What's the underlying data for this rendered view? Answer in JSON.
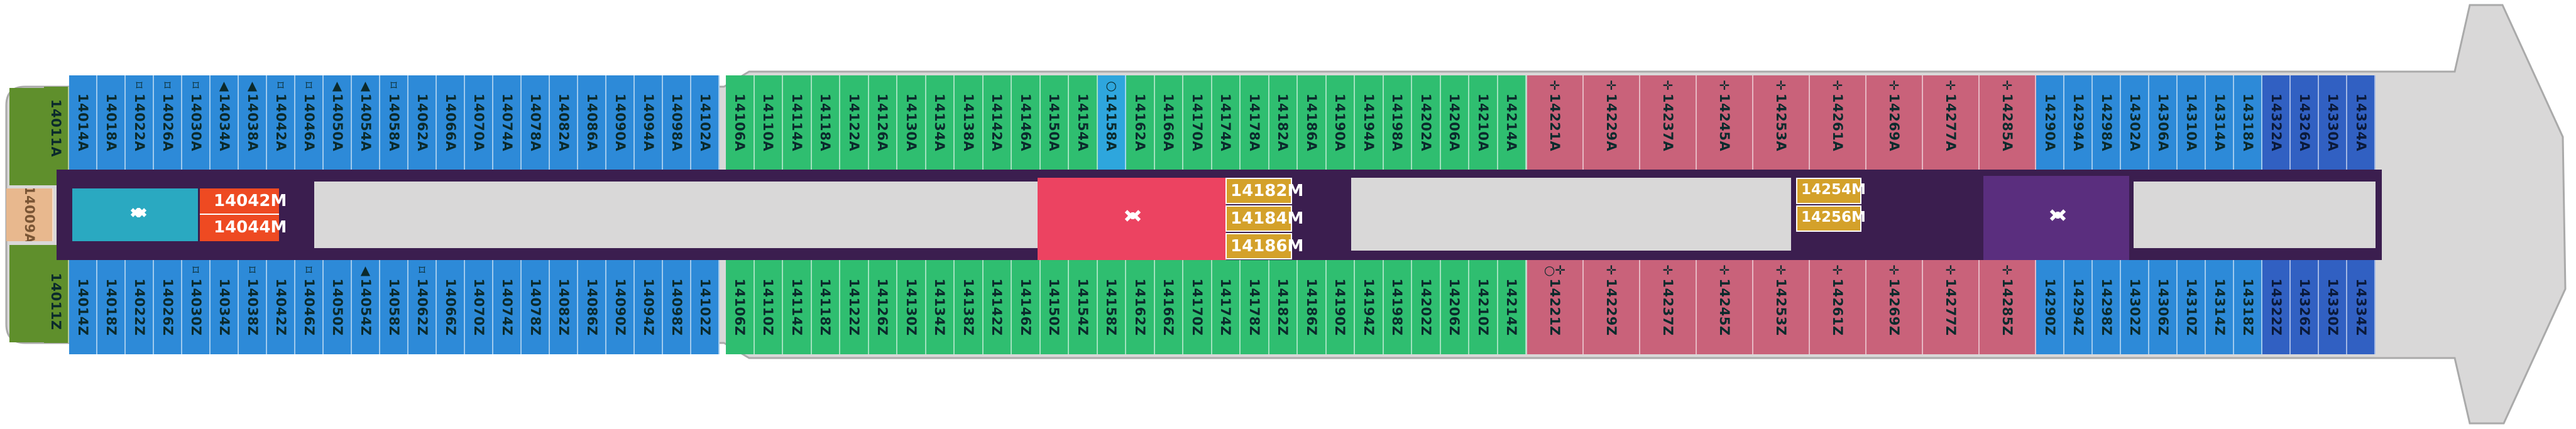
{
  "deck_plan": {
    "hull_color": "#d9d8d8",
    "corridor_color": "#3b1e4f",
    "colors": {
      "blue": "#2d8ad8",
      "blue_dark": "#3160c2",
      "green": "#2fbe70",
      "cyan": "#2ea6dd",
      "pink": "#c9627a",
      "purple": "#5a2e7e",
      "gold": "#d4a12a",
      "orange": "#ee4a22",
      "teal": "#2aa9c1",
      "red": "#ec4361",
      "olive": "#5f8f2c",
      "peach": "#e8b88e"
    },
    "bow_cabins": {
      "top": "14011A",
      "bottom": "14011Z",
      "middle": "14009A"
    },
    "top_cabins": [
      {
        "id": "14014A",
        "c": "blue"
      },
      {
        "id": "14018A",
        "c": "blue"
      },
      {
        "id": "14022A",
        "c": "blue",
        "sym": "access-icon"
      },
      {
        "id": "14026A",
        "c": "blue",
        "sym": "access-icon"
      },
      {
        "id": "14030A",
        "c": "blue",
        "sym": "access-icon"
      },
      {
        "id": "14034A",
        "c": "blue",
        "sym": "triangle-icon"
      },
      {
        "id": "14038A",
        "c": "blue",
        "sym": "triangle-icon"
      },
      {
        "id": "14042A",
        "c": "blue",
        "sym": "access-icon"
      },
      {
        "id": "14046A",
        "c": "blue",
        "sym": "access-icon"
      },
      {
        "id": "14050A",
        "c": "blue",
        "sym": "triangle-icon"
      },
      {
        "id": "14054A",
        "c": "blue",
        "sym": "triangle-icon"
      },
      {
        "id": "14058A",
        "c": "blue",
        "sym": "access-icon"
      },
      {
        "id": "14062A",
        "c": "blue"
      },
      {
        "id": "14066A",
        "c": "blue"
      },
      {
        "id": "14070A",
        "c": "blue"
      },
      {
        "id": "14074A",
        "c": "blue"
      },
      {
        "id": "14078A",
        "c": "blue"
      },
      {
        "id": "14082A",
        "c": "blue"
      },
      {
        "id": "14086A",
        "c": "blue"
      },
      {
        "id": "14090A",
        "c": "blue"
      },
      {
        "id": "14094A",
        "c": "blue"
      },
      {
        "id": "14098A",
        "c": "blue"
      },
      {
        "id": "14102A",
        "c": "blue"
      },
      {
        "id": "14106A",
        "c": "green"
      },
      {
        "id": "14110A",
        "c": "green"
      },
      {
        "id": "14114A",
        "c": "green"
      },
      {
        "id": "14118A",
        "c": "green"
      },
      {
        "id": "14122A",
        "c": "green"
      },
      {
        "id": "14126A",
        "c": "green"
      },
      {
        "id": "14130A",
        "c": "green"
      },
      {
        "id": "14134A",
        "c": "green"
      },
      {
        "id": "14138A",
        "c": "green"
      },
      {
        "id": "14142A",
        "c": "green"
      },
      {
        "id": "14146A",
        "c": "green"
      },
      {
        "id": "14150A",
        "c": "green"
      },
      {
        "id": "14154A",
        "c": "green"
      },
      {
        "id": "14158A",
        "c": "cyan",
        "sym": "circle-icon"
      },
      {
        "id": "14162A",
        "c": "green"
      },
      {
        "id": "14166A",
        "c": "green"
      },
      {
        "id": "14170A",
        "c": "green"
      },
      {
        "id": "14174A",
        "c": "green"
      },
      {
        "id": "14178A",
        "c": "green"
      },
      {
        "id": "14182A",
        "c": "green"
      },
      {
        "id": "14186A",
        "c": "green"
      },
      {
        "id": "14190A",
        "c": "green"
      },
      {
        "id": "14194A",
        "c": "green"
      },
      {
        "id": "14198A",
        "c": "green"
      },
      {
        "id": "14202A",
        "c": "green"
      },
      {
        "id": "14206A",
        "c": "green"
      },
      {
        "id": "14210A",
        "c": "green"
      },
      {
        "id": "14214A",
        "c": "green"
      },
      {
        "id": "14221A",
        "c": "pink",
        "sym": "plus-icon"
      },
      {
        "id": "14229A",
        "c": "pink",
        "sym": "plus-icon"
      },
      {
        "id": "14237A",
        "c": "pink",
        "sym": "plus-icon"
      },
      {
        "id": "14245A",
        "c": "pink",
        "sym": "plus-icon"
      },
      {
        "id": "14253A",
        "c": "pink",
        "sym": "plus-icon"
      },
      {
        "id": "14261A",
        "c": "pink",
        "sym": "plus-icon"
      },
      {
        "id": "14269A",
        "c": "pink",
        "sym": "plus-icon"
      },
      {
        "id": "14277A",
        "c": "pink",
        "sym": "plus-icon"
      },
      {
        "id": "14285A",
        "c": "pink",
        "sym": "plus-icon"
      },
      {
        "id": "14290A",
        "c": "blue"
      },
      {
        "id": "14294A",
        "c": "blue"
      },
      {
        "id": "14298A",
        "c": "blue"
      },
      {
        "id": "14302A",
        "c": "blue"
      },
      {
        "id": "14306A",
        "c": "blue"
      },
      {
        "id": "14310A",
        "c": "blue"
      },
      {
        "id": "14314A",
        "c": "blue"
      },
      {
        "id": "14318A",
        "c": "blue"
      },
      {
        "id": "14322A",
        "c": "blue_dark"
      },
      {
        "id": "14326A",
        "c": "blue_dark"
      },
      {
        "id": "14330A",
        "c": "blue_dark"
      },
      {
        "id": "14334A",
        "c": "blue_dark"
      }
    ],
    "bottom_cabins": [
      {
        "id": "14014Z",
        "c": "blue"
      },
      {
        "id": "14018Z",
        "c": "blue"
      },
      {
        "id": "14022Z",
        "c": "blue"
      },
      {
        "id": "14026Z",
        "c": "blue"
      },
      {
        "id": "14030Z",
        "c": "blue",
        "sym": "access-icon"
      },
      {
        "id": "14034Z",
        "c": "blue"
      },
      {
        "id": "14038Z",
        "c": "blue",
        "sym": "access-icon"
      },
      {
        "id": "14042Z",
        "c": "blue"
      },
      {
        "id": "14046Z",
        "c": "blue",
        "sym": "access-icon"
      },
      {
        "id": "14050Z",
        "c": "blue"
      },
      {
        "id": "14054Z",
        "c": "blue",
        "sym": "triangle-icon"
      },
      {
        "id": "14058Z",
        "c": "blue"
      },
      {
        "id": "14062Z",
        "c": "blue",
        "sym": "access-icon"
      },
      {
        "id": "14066Z",
        "c": "blue"
      },
      {
        "id": "14070Z",
        "c": "blue"
      },
      {
        "id": "14074Z",
        "c": "blue"
      },
      {
        "id": "14078Z",
        "c": "blue"
      },
      {
        "id": "14082Z",
        "c": "blue"
      },
      {
        "id": "14086Z",
        "c": "blue"
      },
      {
        "id": "14090Z",
        "c": "blue"
      },
      {
        "id": "14094Z",
        "c": "blue"
      },
      {
        "id": "14098Z",
        "c": "blue"
      },
      {
        "id": "14102Z",
        "c": "blue"
      },
      {
        "id": "14106Z",
        "c": "green"
      },
      {
        "id": "14110Z",
        "c": "green"
      },
      {
        "id": "14114Z",
        "c": "green"
      },
      {
        "id": "14118Z",
        "c": "green"
      },
      {
        "id": "14122Z",
        "c": "green"
      },
      {
        "id": "14126Z",
        "c": "green"
      },
      {
        "id": "14130Z",
        "c": "green"
      },
      {
        "id": "14134Z",
        "c": "green"
      },
      {
        "id": "14138Z",
        "c": "green"
      },
      {
        "id": "14142Z",
        "c": "green"
      },
      {
        "id": "14146Z",
        "c": "green"
      },
      {
        "id": "14150Z",
        "c": "green"
      },
      {
        "id": "14154Z",
        "c": "green"
      },
      {
        "id": "14158Z",
        "c": "green"
      },
      {
        "id": "14162Z",
        "c": "green"
      },
      {
        "id": "14166Z",
        "c": "green"
      },
      {
        "id": "14170Z",
        "c": "green"
      },
      {
        "id": "14174Z",
        "c": "green"
      },
      {
        "id": "14178Z",
        "c": "green"
      },
      {
        "id": "14182Z",
        "c": "green"
      },
      {
        "id": "14186Z",
        "c": "green"
      },
      {
        "id": "14190Z",
        "c": "green"
      },
      {
        "id": "14194Z",
        "c": "green"
      },
      {
        "id": "14198Z",
        "c": "green"
      },
      {
        "id": "14202Z",
        "c": "green"
      },
      {
        "id": "14206Z",
        "c": "green"
      },
      {
        "id": "14210Z",
        "c": "green"
      },
      {
        "id": "14214Z",
        "c": "green"
      },
      {
        "id": "14221Z",
        "c": "pink",
        "sym": "circle-plus-icon"
      },
      {
        "id": "14229Z",
        "c": "pink",
        "sym": "plus-icon"
      },
      {
        "id": "14237Z",
        "c": "pink",
        "sym": "plus-icon"
      },
      {
        "id": "14245Z",
        "c": "pink",
        "sym": "plus-icon"
      },
      {
        "id": "14253Z",
        "c": "pink",
        "sym": "plus-icon"
      },
      {
        "id": "14261Z",
        "c": "pink",
        "sym": "plus-icon"
      },
      {
        "id": "14269Z",
        "c": "pink",
        "sym": "plus-icon"
      },
      {
        "id": "14277Z",
        "c": "pink",
        "sym": "plus-icon"
      },
      {
        "id": "14285Z",
        "c": "pink",
        "sym": "plus-icon"
      },
      {
        "id": "14290Z",
        "c": "blue"
      },
      {
        "id": "14294Z",
        "c": "blue"
      },
      {
        "id": "14298Z",
        "c": "blue"
      },
      {
        "id": "14302Z",
        "c": "blue"
      },
      {
        "id": "14306Z",
        "c": "blue"
      },
      {
        "id": "14310Z",
        "c": "blue"
      },
      {
        "id": "14314Z",
        "c": "blue"
      },
      {
        "id": "14318Z",
        "c": "blue"
      },
      {
        "id": "14322Z",
        "c": "blue_dark"
      },
      {
        "id": "14326Z",
        "c": "blue_dark"
      },
      {
        "id": "14330Z",
        "c": "blue_dark"
      },
      {
        "id": "14334Z",
        "c": "blue_dark"
      }
    ],
    "middle_suites": {
      "a": [
        "14042M",
        "14044M"
      ],
      "b": [
        "14182M",
        "14184M",
        "14186M"
      ],
      "c": [
        "14254M",
        "14256M"
      ]
    }
  }
}
